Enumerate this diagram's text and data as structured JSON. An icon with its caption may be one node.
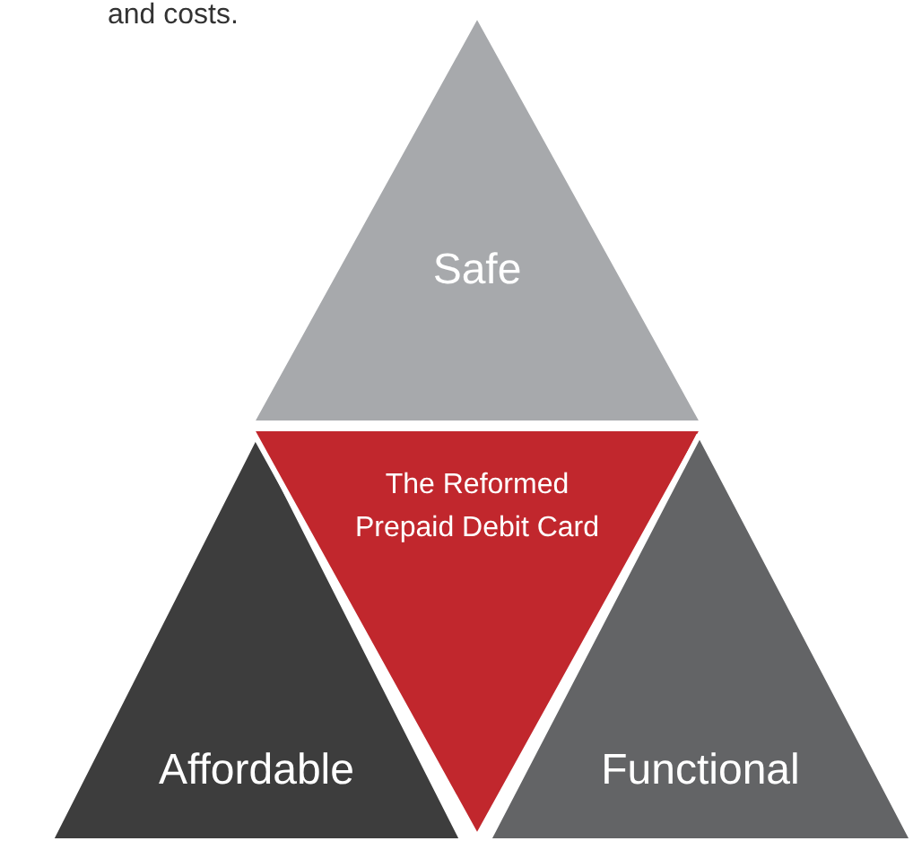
{
  "diagram": {
    "nodes": [
      {
        "text": [
          "Safe"
        ]
      },
      {
        "text": [
          "Affordable"
        ]
      },
      {
        "text": [
          "The Reformed Prepaid Debit Card"
        ]
      },
      {
        "text": [
          "Functional"
        ]
      }
    ],
    "labels": [
      "and costs."
    ]
  }
}
